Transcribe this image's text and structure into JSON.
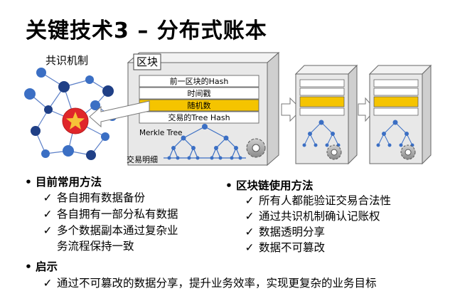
{
  "title": "关键技术3 – 分布式账本",
  "diagram": {
    "consensus_label": "共识机制",
    "block_label": "区块",
    "block_fields": [
      "前一区块的Hash",
      "时间戳",
      "随机数",
      "交易的Tree Hash"
    ],
    "merkle_label": "Merkle Tree",
    "tx_label": "交易明细",
    "colors": {
      "highlight": "#f5c400",
      "node_blue": "#3b6fc4",
      "node_dark": "#1f3f86",
      "star_circle": "#e0262a",
      "star": "#f6c238",
      "block_bg": "#e8e8e8"
    }
  },
  "sections": {
    "left": {
      "heading": "目前常用方法",
      "items": [
        "各自拥有数据备份",
        "各自拥有一部分私有数据",
        "多个数据副本通过复杂业",
        "务流程保持一致"
      ]
    },
    "right": {
      "heading": "区块链使用方法",
      "items": [
        "所有人都能验证交易合法性",
        "通过共识机制确认记账权",
        "数据透明分享",
        "数据不可篡改"
      ]
    },
    "insight": {
      "heading": "启示",
      "items": [
        "通过不可篡改的数据分享，提升业务效率，实现更复杂的业务目标"
      ]
    }
  },
  "bullet": "•",
  "check": "✓"
}
